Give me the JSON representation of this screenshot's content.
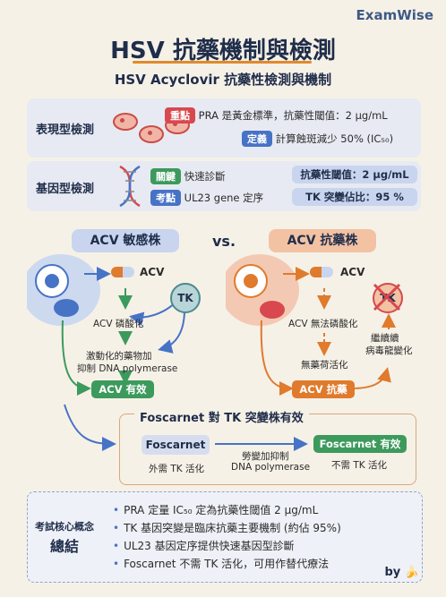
{
  "brand": "ExamWise",
  "title": "HSV 抗藥機制與檢測",
  "subtitle": "HSV Acyclovir 抗藥性檢測與機制",
  "phenotype": {
    "label": "表現型檢測",
    "tag1": "重點",
    "text1": "PRA 是黃金標準，抗藥性閾值：2 µg/mL",
    "tag2": "定義",
    "text2": "計算蝕斑減少 50% (IC₅₀)"
  },
  "genotype": {
    "label": "基因型檢測",
    "tag1": "關鍵",
    "text1": "快速診斷",
    "tag2": "考點",
    "text2": "UL23 gene 定序",
    "pill1": "抗藥性閾值：2 µg/mL",
    "pill2": "TK 突變佔比：95 %"
  },
  "sensitive": {
    "header": "ACV 敏感株",
    "acv": "ACV",
    "tk": "TK",
    "step1": "ACV 磷酸化",
    "step2a": "激動化的藥物加",
    "step2b": "抑制 DNA polymerase",
    "result": "ACV 有效"
  },
  "vs": "vs.",
  "resistant": {
    "header": "ACV 抗藥株",
    "acv": "ACV",
    "tk": "TK",
    "step1": "ACV 無法磷酸化",
    "step2": "無藥荷活化",
    "side1": "繼續續",
    "side2": "病毒龍變化",
    "result": "ACV 抗藥"
  },
  "foscarnet": {
    "title": "Foscarnet 對 TK 突變株有效",
    "drug": "Foscarnet",
    "note1": "外需 TK 活化",
    "mid1": "勞變加抑制",
    "mid2": "DNA polymerase",
    "result": "Foscarnet 有效",
    "note2": "不需 TK 活化"
  },
  "summary": {
    "head1": "考試核心概念",
    "head2": "總結",
    "bullets": [
      "PRA 定量 IC₅₀ 定為抗藥性閾值 2 µg/mL",
      "TK 基因突變是臨床抗藥主要機制 (約佔 95%)",
      "UL23 基因定序提供快速基因型診斷",
      "Foscarnet 不需 TK 活化，可用作替代療法"
    ]
  },
  "byline": "by",
  "colors": {
    "navy": "#1f2d4a",
    "green": "#3c9a5c",
    "orange": "#e07a2c",
    "blue": "#4773c6",
    "red": "#d8484e"
  }
}
